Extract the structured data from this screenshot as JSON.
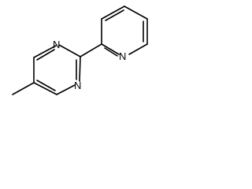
{
  "molecule": {
    "atoms": [
      {
        "id": "a1",
        "label": "N"
      },
      {
        "id": "a2",
        "label": "N"
      },
      {
        "id": "a3",
        "label": "N"
      }
    ],
    "colors": {
      "bond": "#000000",
      "label": "#000000",
      "background": "#ffffff"
    }
  }
}
